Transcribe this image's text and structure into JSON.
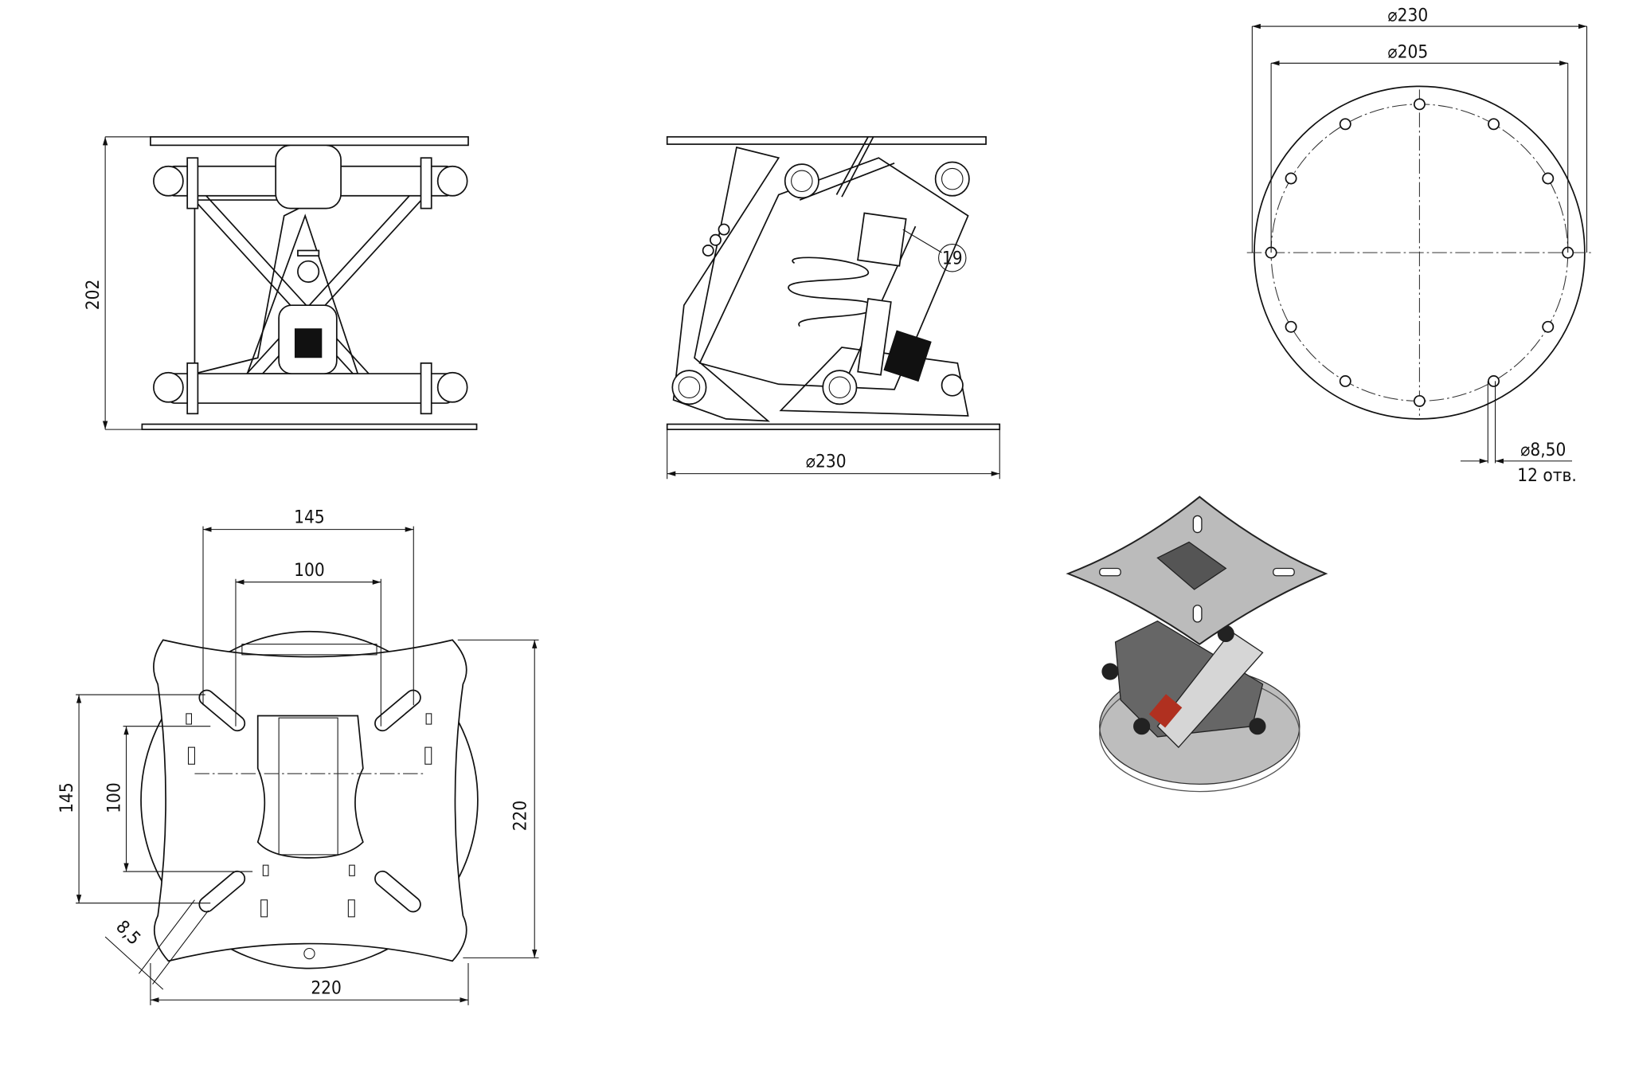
{
  "views": {
    "front": {
      "height_dim": "202"
    },
    "side": {
      "diameter_dim": "⌀230",
      "balloon": "19"
    },
    "top": {
      "outer_dim": "⌀230",
      "pcd_dim": "⌀205",
      "hole_dim": "⌀8,50",
      "hole_count": "12 отв."
    },
    "bottom": {
      "slot_span_outer": "145",
      "slot_span_inner": "100",
      "width": "220",
      "height_span_outer": "145",
      "height_span_inner": "100",
      "height": "220",
      "slot_width": "8,5"
    }
  },
  "colors": {
    "line": "#111111",
    "render_plate": "#b9b9b9",
    "render_dark": "#222222",
    "render_accent": "#b03020"
  }
}
